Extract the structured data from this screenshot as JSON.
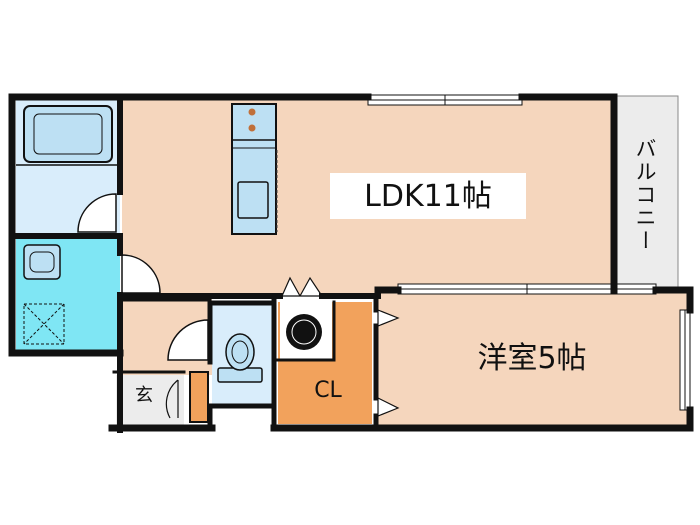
{
  "rooms": {
    "ldk": "LDK11帖",
    "western_room": "洋室5帖",
    "closet": "CL",
    "entrance": "玄",
    "balcony": "バルコニー"
  },
  "colors": {
    "wall": "#111111",
    "floor_wood": "#f5d6bd",
    "bath_blue": "#d9edfb",
    "fixture_blue": "#bde0f3",
    "washroom_cyan": "#7fe6f4",
    "closet_orange": "#f2a25c",
    "entrance_gray": "#ececec",
    "balcony_gray": "#ececec"
  }
}
